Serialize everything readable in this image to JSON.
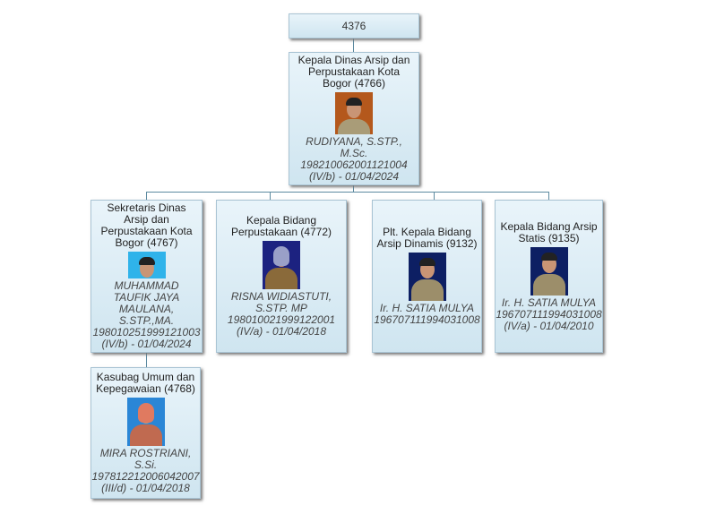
{
  "root": {
    "label": "4376"
  },
  "head": {
    "title": "Kepala Dinas Arsip dan Perpustakaan Kota Bogor (4766)",
    "name": "RUDIYANA, S.STP., M.Sc.",
    "nip": "198210062001121004",
    "grade": "(IV/b) - 01/04/2024",
    "photo_bg": "#b4581c"
  },
  "units": [
    {
      "title": "Sekretaris Dinas Arsip dan Perpustakaan Kota Bogor (4767)",
      "name": "MUHAMMAD TAUFIK JAYA MAULANA, S.STP.,MA.",
      "nip": "198010251999121003",
      "grade": "(IV/b) - 01/04/2024",
      "photo_bg": "#2fb3ea"
    },
    {
      "title": "Kepala Bidang Perpustakaan (4772)",
      "name": "RISNA WIDIASTUTI, S.STP. MP",
      "nip": "198010021999122001",
      "grade": "(IV/a) - 01/04/2018",
      "photo_bg": "#1c2280"
    },
    {
      "title": "Plt. Kepala Bidang Arsip Dinamis (9132)",
      "name": "Ir. H. SATIA MULYA",
      "nip": "196707111994031008",
      "grade": "",
      "photo_bg": "#0d1f63"
    },
    {
      "title": "Kepala Bidang Arsip Statis (9135)",
      "name": "Ir. H. SATIA MULYA",
      "nip": "196707111994031008",
      "grade": "(IV/a) - 01/04/2010",
      "photo_bg": "#0d1f63"
    }
  ],
  "sub": {
    "title": "Kasubag Umum dan Kepegawaian (4768)",
    "name": "MIRA ROSTRIANI, S.Si.",
    "nip": "197812212006042007",
    "grade": "(III/d) - 01/04/2018",
    "photo_bg": "#2a86d6"
  }
}
